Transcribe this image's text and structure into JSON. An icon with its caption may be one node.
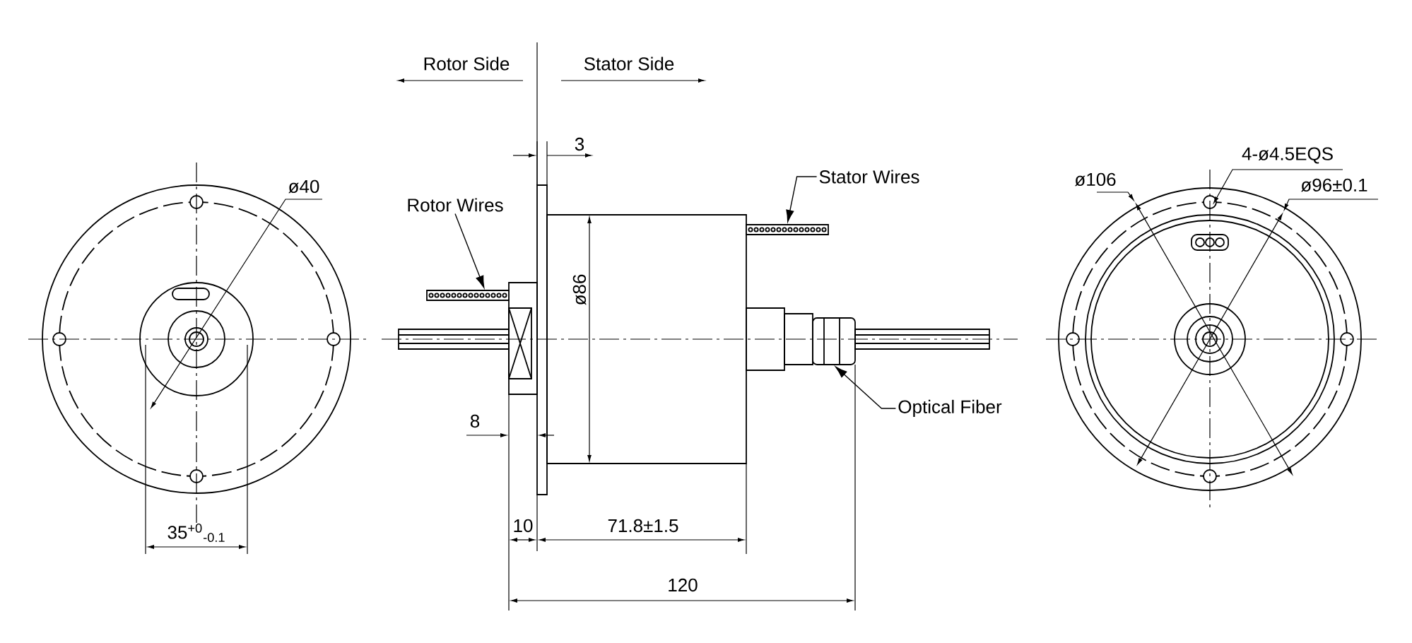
{
  "diagram": {
    "nodes": [
      {
        "text": [
          "Rotor Wires"
        ]
      },
      {
        "text": [],
        "shape": "bar"
      },
      {
        "text": [
          "Stator Wires"
        ]
      },
      {
        "text": [],
        "shape": "bar"
      },
      {
        "text": [
          "Optical Fiber"
        ]
      },
      {
        "text": [],
        "shape": "picture"
      }
    ],
    "edges": [
      {
        "from": 0,
        "to": 1,
        "arrow": "to"
      },
      {
        "from": 2,
        "to": 3,
        "arrow": "to"
      },
      {
        "from": 4,
        "to": 5,
        "arrow": "to"
      }
    ],
    "labels": [
      "Rotor Side",
      "Stator Side",
      "3",
      "ø40",
      "ø86",
      "8",
      "10",
      "71.8±1.5",
      "120",
      "35$^{+0}$$_{-0.1}$",
      "ø106",
      "4-ø4.5EQS",
      "ø96±0.1"
    ]
  }
}
